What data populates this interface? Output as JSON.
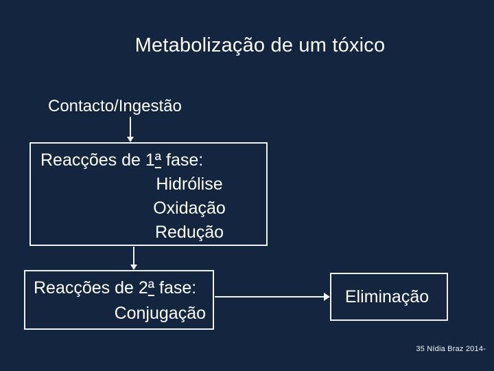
{
  "slide": {
    "title": "Metabolização de um tóxico",
    "footer": "35 Nídia Braz 2014-",
    "colors": {
      "background": "#13253F",
      "text": "#FFFFFF",
      "line": "#F2F2F2"
    }
  },
  "flow": {
    "start_label": "Contacto/Ingestão",
    "box1": {
      "title_full": "Reacções de 1ª fase:",
      "title_prefix": "Reacções de 1",
      "ordinal": "ª",
      "title_suffix": " fase:",
      "items": [
        "Hidrólise",
        "Oxidação",
        "Redução"
      ]
    },
    "box2": {
      "title_full": "Reacções de 2ª fase:",
      "title_prefix": "Reacções de 2",
      "ordinal": "ª",
      "title_suffix": " fase:",
      "items": [
        "Conjugação"
      ]
    },
    "box3": {
      "label": "Eliminação"
    }
  }
}
